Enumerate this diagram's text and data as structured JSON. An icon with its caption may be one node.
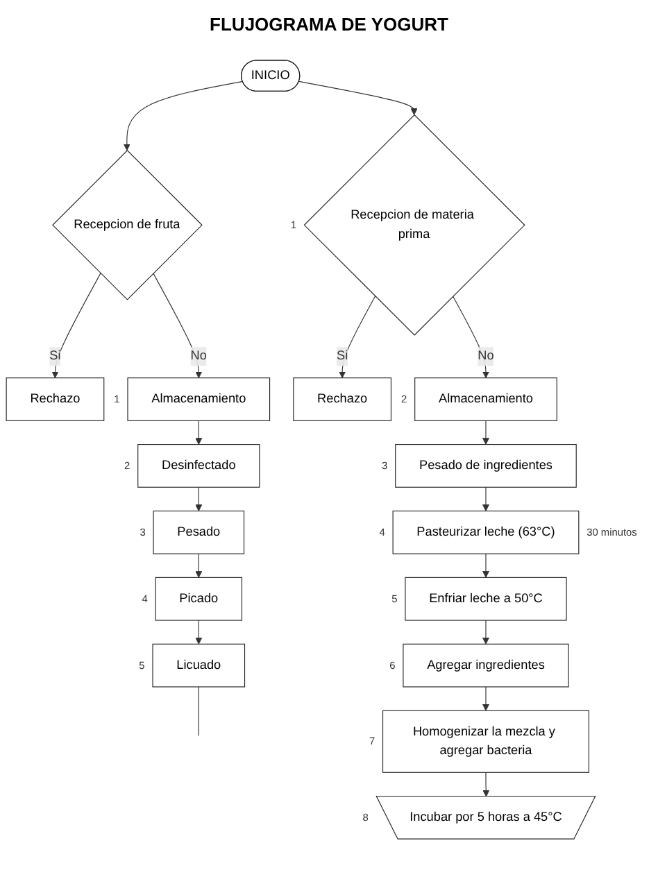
{
  "diagram": {
    "title": "FLUJOGRAMA DE YOGURT",
    "nodes": [
      {
        "text": [
          "INICIO"
        ]
      },
      {
        "text": [
          "Recepcion de fruta"
        ]
      },
      {
        "text": [
          "Rechazo"
        ]
      },
      {
        "text": [
          "Recepcion de materia prima"
        ],
        "beside": [
          "1"
        ]
      },
      {
        "text": [
          "Rechazo"
        ]
      },
      {
        "text": [
          "Almacenamiento"
        ],
        "beside": [
          "1"
        ]
      },
      {
        "text": [
          "Desinfectado"
        ],
        "beside": [
          "2"
        ]
      },
      {
        "text": [
          "Pesado"
        ],
        "beside": [
          "3"
        ]
      },
      {
        "text": [
          "Picado"
        ],
        "beside": [
          "4"
        ]
      },
      {
        "text": [
          "Licuado"
        ],
        "beside": [
          "5"
        ]
      },
      {
        "text": [
          "Almacenamiento"
        ],
        "beside": [
          "2"
        ]
      },
      {
        "text": [
          "Pesado de ingredientes"
        ],
        "beside": [
          "3"
        ]
      },
      {
        "text": [
          "Pasteurizar leche (63°C)"
        ],
        "beside": [
          "4",
          "30 minutos"
        ]
      },
      {
        "text": [
          "Enfriar leche a 50°C"
        ],
        "beside": [
          "5"
        ]
      },
      {
        "text": [
          "Agregar ingredientes"
        ],
        "beside": [
          "6"
        ]
      },
      {
        "text": [
          "Homogenizar la mezcla y agregar bacteria"
        ],
        "beside": [
          "7"
        ]
      },
      {
        "text": [
          "Incubar por 5 horas a 45°C"
        ],
        "beside": [
          "8"
        ]
      }
    ],
    "edges": [
      {
        "from": 0,
        "to": 1,
        "arrow": "to"
      },
      {
        "from": 0,
        "to": 3,
        "arrow": "to"
      },
      {
        "from": 1,
        "to": 2,
        "arrow": "to",
        "label": "Si"
      },
      {
        "from": 1,
        "to": 5,
        "arrow": "to",
        "label": "No"
      },
      {
        "from": 3,
        "to": 4,
        "arrow": "to",
        "label": "Si"
      },
      {
        "from": 3,
        "to": 10,
        "arrow": "to",
        "label": "No"
      },
      {
        "from": 5,
        "to": 6,
        "arrow": "to"
      },
      {
        "from": 6,
        "to": 7,
        "arrow": "to"
      },
      {
        "from": 7,
        "to": 8,
        "arrow": "to"
      },
      {
        "from": 8,
        "to": 9,
        "arrow": "to"
      },
      {
        "from": 9,
        "to": null,
        "arrow": "none"
      },
      {
        "from": 10,
        "to": 11,
        "arrow": "to"
      },
      {
        "from": 11,
        "to": 12,
        "arrow": "to"
      },
      {
        "from": 12,
        "to": 13,
        "arrow": "to"
      },
      {
        "from": 13,
        "to": 14,
        "arrow": "to"
      },
      {
        "from": 14,
        "to": 15,
        "arrow": "to"
      },
      {
        "from": 15,
        "to": 16,
        "arrow": "to"
      }
    ]
  }
}
